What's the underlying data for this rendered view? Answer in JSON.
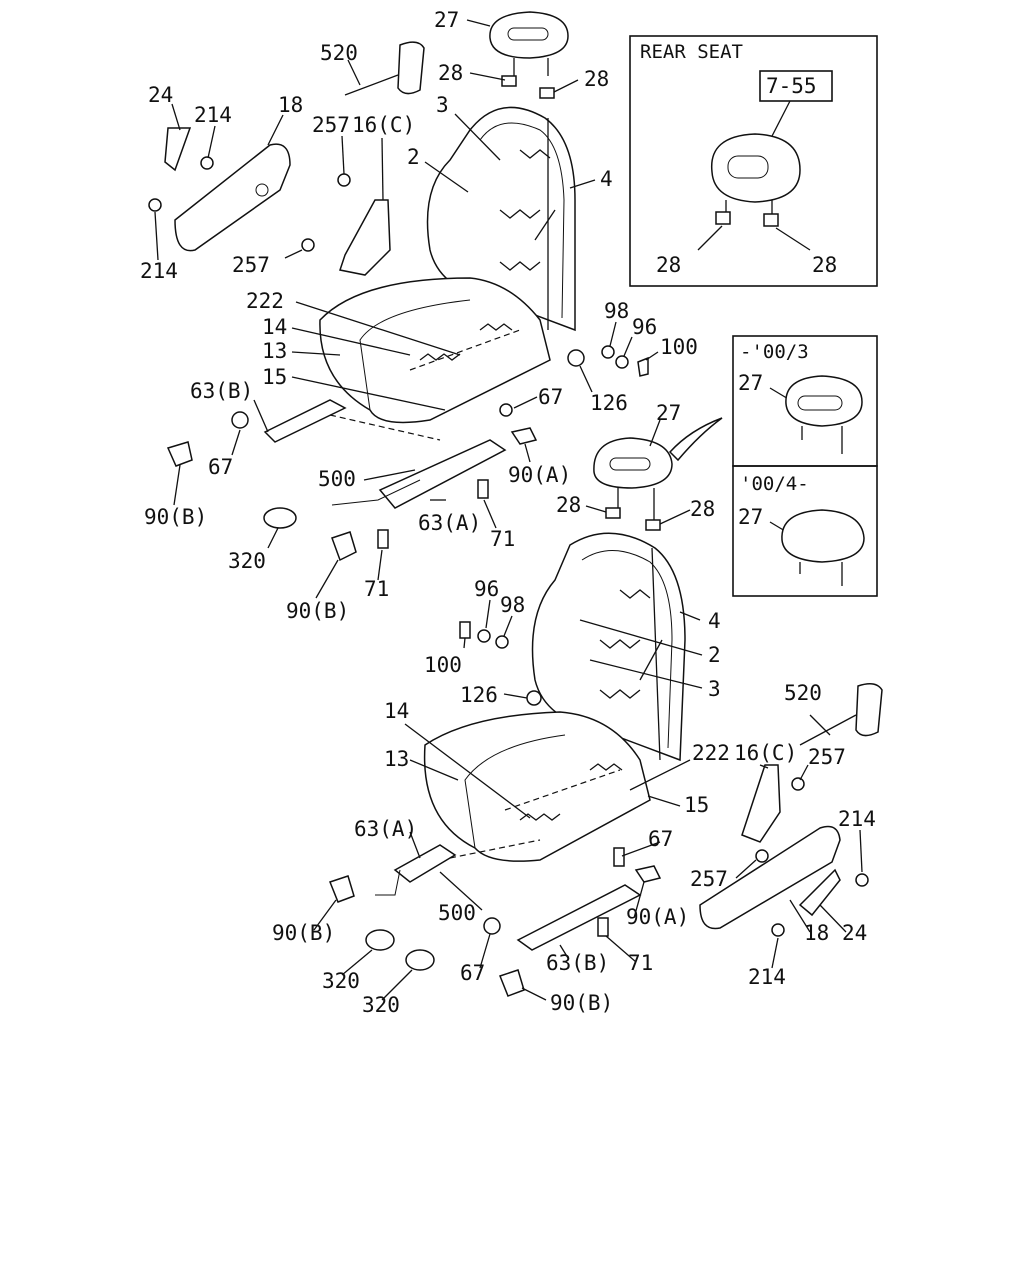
{
  "labels": {
    "l27a": "27",
    "l520a": "520",
    "l28a": "28",
    "l28b": "28",
    "l24a": "24",
    "l214a": "214",
    "l18a": "18",
    "l3a": "3",
    "l257a": "257",
    "l16ca": "16(C)",
    "l2a": "2",
    "l4a": "4",
    "l214b": "214",
    "l257b": "257",
    "l222a": "222",
    "l14a": "14",
    "l13a": "13",
    "l15a": "15",
    "l98a": "98",
    "l96a": "96",
    "l100a": "100",
    "l126a": "126",
    "l63ba": "63(B)",
    "l67a": "67",
    "l67b": "67",
    "l90aa": "90(A)",
    "l500a": "500",
    "l90ba": "90(B)",
    "l63aa": "63(A)",
    "l71a": "71",
    "l320a": "320",
    "l71b": "71",
    "l90bb": "90(B)",
    "l27b": "27",
    "l28c": "28",
    "l28d": "28",
    "l96b": "96",
    "l98b": "98",
    "l4b": "4",
    "l2b": "2",
    "l100b": "100",
    "l3b": "3",
    "l126b": "126",
    "l520b": "520",
    "l14b": "14",
    "l16cb": "16(C)",
    "l257c": "257",
    "l222b": "222",
    "l13b": "13",
    "l15b": "15",
    "l63ab": "63(A)",
    "l67c": "67",
    "l214c": "214",
    "l257d": "257",
    "l90bc": "90(B)",
    "l500b": "500",
    "l90ab": "90(A)",
    "l18b": "18",
    "l24b": "24",
    "l320b": "320",
    "l320c": "320",
    "l67d": "67",
    "l63bb": "63(B)",
    "l71c": "71",
    "l90bd": "90(B)",
    "l214d": "214"
  },
  "insets": {
    "rear_seat": {
      "title": "REAR SEAT",
      "ref": "7-55",
      "label27": "",
      "label28a": "28",
      "label28b": "28"
    },
    "until_00_3": {
      "title": "-'00/3",
      "label27": "27"
    },
    "from_00_4": {
      "title": "'00/4-",
      "label27": "27"
    }
  }
}
